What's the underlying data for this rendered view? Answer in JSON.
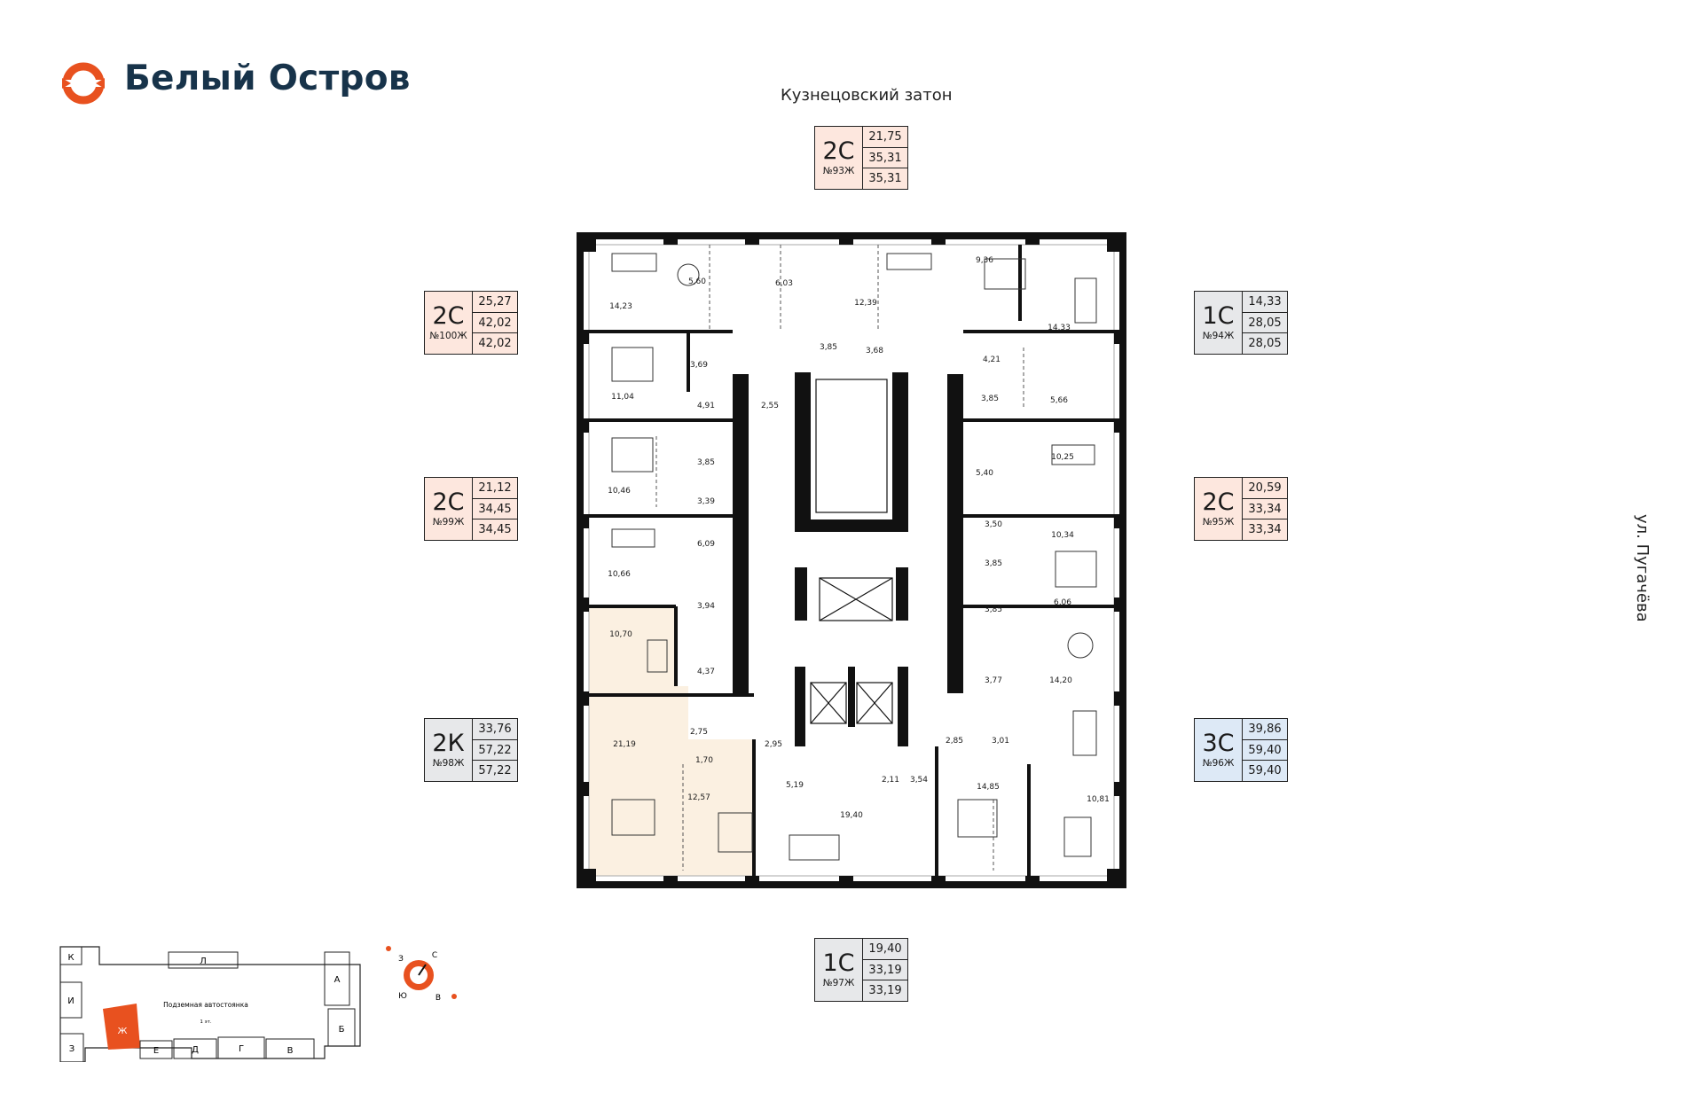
{
  "brand": {
    "name": "Белый Остров",
    "accent": "#e8511f",
    "dark": "#17334a"
  },
  "streets": {
    "top": "Кузнецовский затон",
    "right": "ул. Пугачёва"
  },
  "colors": {
    "selected_apartment": "#fbf0e1",
    "peach": "#fde7de",
    "blue": "#dde9f6",
    "gray": "#e7e8ea"
  },
  "cards": [
    {
      "id": "93",
      "type": "2С",
      "number": "№93Ж",
      "values": [
        "21,75",
        "35,31",
        "35,31"
      ],
      "tint": "peach"
    },
    {
      "id": "100",
      "type": "2С",
      "number": "№100Ж",
      "values": [
        "25,27",
        "42,02",
        "42,02"
      ],
      "tint": "peach"
    },
    {
      "id": "99",
      "type": "2С",
      "number": "№99Ж",
      "values": [
        "21,12",
        "34,45",
        "34,45"
      ],
      "tint": "peach"
    },
    {
      "id": "98",
      "type": "2К",
      "number": "№98Ж",
      "values": [
        "33,76",
        "57,22",
        "57,22"
      ],
      "tint": "gray"
    },
    {
      "id": "94",
      "type": "1С",
      "number": "№94Ж",
      "values": [
        "14,33",
        "28,05",
        "28,05"
      ],
      "tint": "gray"
    },
    {
      "id": "95",
      "type": "2С",
      "number": "№95Ж",
      "values": [
        "20,59",
        "33,34",
        "33,34"
      ],
      "tint": "peach"
    },
    {
      "id": "96",
      "type": "3С",
      "number": "№96Ж",
      "values": [
        "39,86",
        "59,40",
        "59,40"
      ],
      "tint": "blue"
    },
    {
      "id": "97",
      "type": "1С",
      "number": "№97Ж",
      "values": [
        "19,40",
        "33,19",
        "33,19"
      ],
      "tint": "gray"
    }
  ],
  "room_areas": [
    "14,23",
    "5,60",
    "6,03",
    "12,39",
    "9,36",
    "14,33",
    "11,04",
    "3,69",
    "3,85",
    "3,68",
    "4,21",
    "4,91",
    "2,55",
    "3,85",
    "5,66",
    "10,46",
    "3,85",
    "5,40",
    "10,25",
    "3,39",
    "3,50",
    "10,66",
    "6,09",
    "10,34",
    "3,85",
    "10,70",
    "3,94",
    "3,85",
    "6,06",
    "4,37",
    "3,77",
    "14,20",
    "21,19",
    "2,75",
    "2,95",
    "2,85",
    "3,01",
    "1,70",
    "5,19",
    "2,11",
    "3,54",
    "14,85",
    "12,57",
    "19,40",
    "10,81"
  ],
  "siteplan": {
    "sections": [
      "К",
      "Л",
      "А",
      "И",
      "Б",
      "З",
      "Ж",
      "Е",
      "Д",
      "Г",
      "В"
    ],
    "highlight": "Ж",
    "parking_title": "Подземная автостоянка",
    "parking_level": "1 эт."
  },
  "compass": {
    "n": "С",
    "w": "З",
    "s": "Ю",
    "e": "В"
  }
}
